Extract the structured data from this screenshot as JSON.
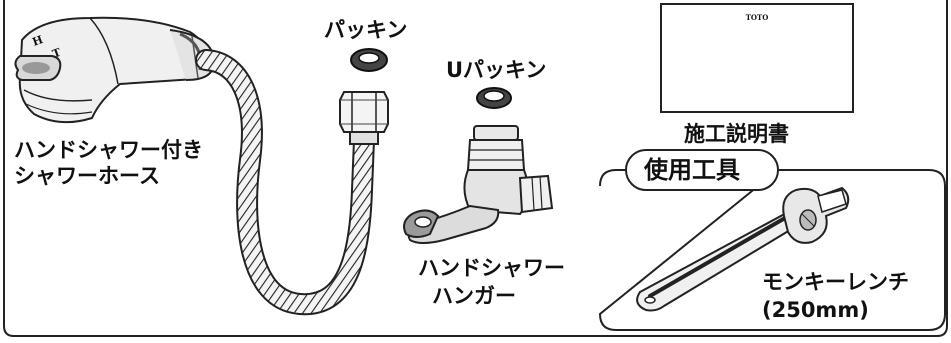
{
  "parts": {
    "hand_shower_hose": {
      "label_line1": "ハンドシャワー付き",
      "label_line2": "シャワーホース",
      "head_mark_1": "H",
      "head_mark_2": "T"
    },
    "packing": {
      "label": "パッキン"
    },
    "u_packing": {
      "label": "Uパッキン"
    },
    "hanger": {
      "label_line1": "ハンドシャワー",
      "label_line2": "ハンガー"
    },
    "manual": {
      "label": "施工説明書",
      "brand": "TOTO"
    }
  },
  "tools": {
    "box_title": "使用工具",
    "wrench": {
      "label_line1": "モンキーレンチ",
      "label_line2": "(250mm)"
    }
  }
}
